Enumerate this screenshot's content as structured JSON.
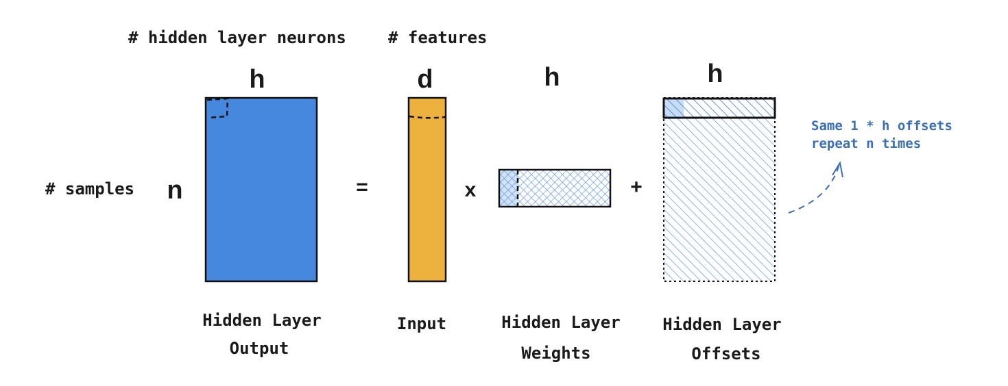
{
  "labels": {
    "neurons": "# hidden layer neurons",
    "features": "# features",
    "samples": "# samples"
  },
  "dims": {
    "output_width": "h",
    "input_width": "d",
    "weights_width": "h",
    "offsets_width": "h",
    "rows": "n"
  },
  "operators": {
    "equals": "=",
    "times": "x",
    "plus": "+"
  },
  "captions": {
    "output": [
      "Hidden Layer",
      "Output"
    ],
    "input": [
      "Input"
    ],
    "weights": [
      "Hidden Layer",
      "Weights"
    ],
    "offsets": [
      "Hidden Layer",
      "Offsets"
    ]
  },
  "note": [
    "Same 1 * h offsets",
    "repeat n times"
  ],
  "colors": {
    "output_fill": "#4588de",
    "input_fill": "#edb23d",
    "hatch": "#4a8ae0",
    "note": "#3a6fb5",
    "stroke": "#111111"
  }
}
